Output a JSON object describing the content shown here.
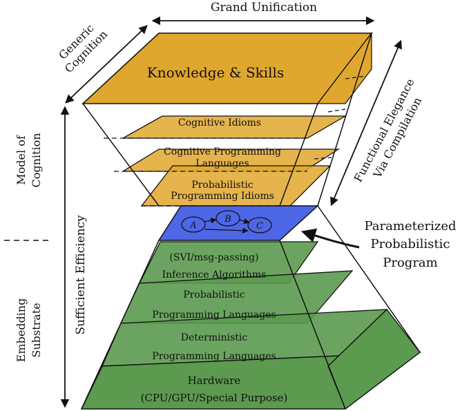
{
  "colors": {
    "orange": "#e0a72e",
    "green": "#5b9a4f",
    "blue": "#4e67e6",
    "line": "#111111"
  },
  "top_label": "Grand Unification",
  "generic_cognition": [
    "Generic",
    "Cognition"
  ],
  "model_of_cognition": [
    "Model of",
    "Cognition"
  ],
  "embedding_substrate": [
    "Embedding",
    "Substrate"
  ],
  "sufficient_efficiency": "Sufficient Efficiency",
  "functional_elegance": [
    "Functional Elegance",
    "Via Compilation"
  ],
  "program_callout": [
    "Parameterized",
    "Probabilistic",
    "Program"
  ],
  "upper_layers": {
    "top": "Knowledge & Skills",
    "idioms": "Cognitive Idioms",
    "cpl": [
      "Cognitive Programming",
      "Languages"
    ],
    "ppi": [
      "Probabilistic",
      "Programming Idioms"
    ]
  },
  "program_nodes": [
    "A",
    "B",
    "C"
  ],
  "lower_layers": {
    "inference": [
      "(SVI/msg-passing)",
      "Inference Algorithms"
    ],
    "ppl": [
      "Probabilistic",
      "Programming Languages"
    ],
    "dpl": [
      "Deterministic",
      "Programming Languages"
    ],
    "hardware": [
      "Hardware",
      "(CPU/GPU/Special Purpose)"
    ]
  }
}
